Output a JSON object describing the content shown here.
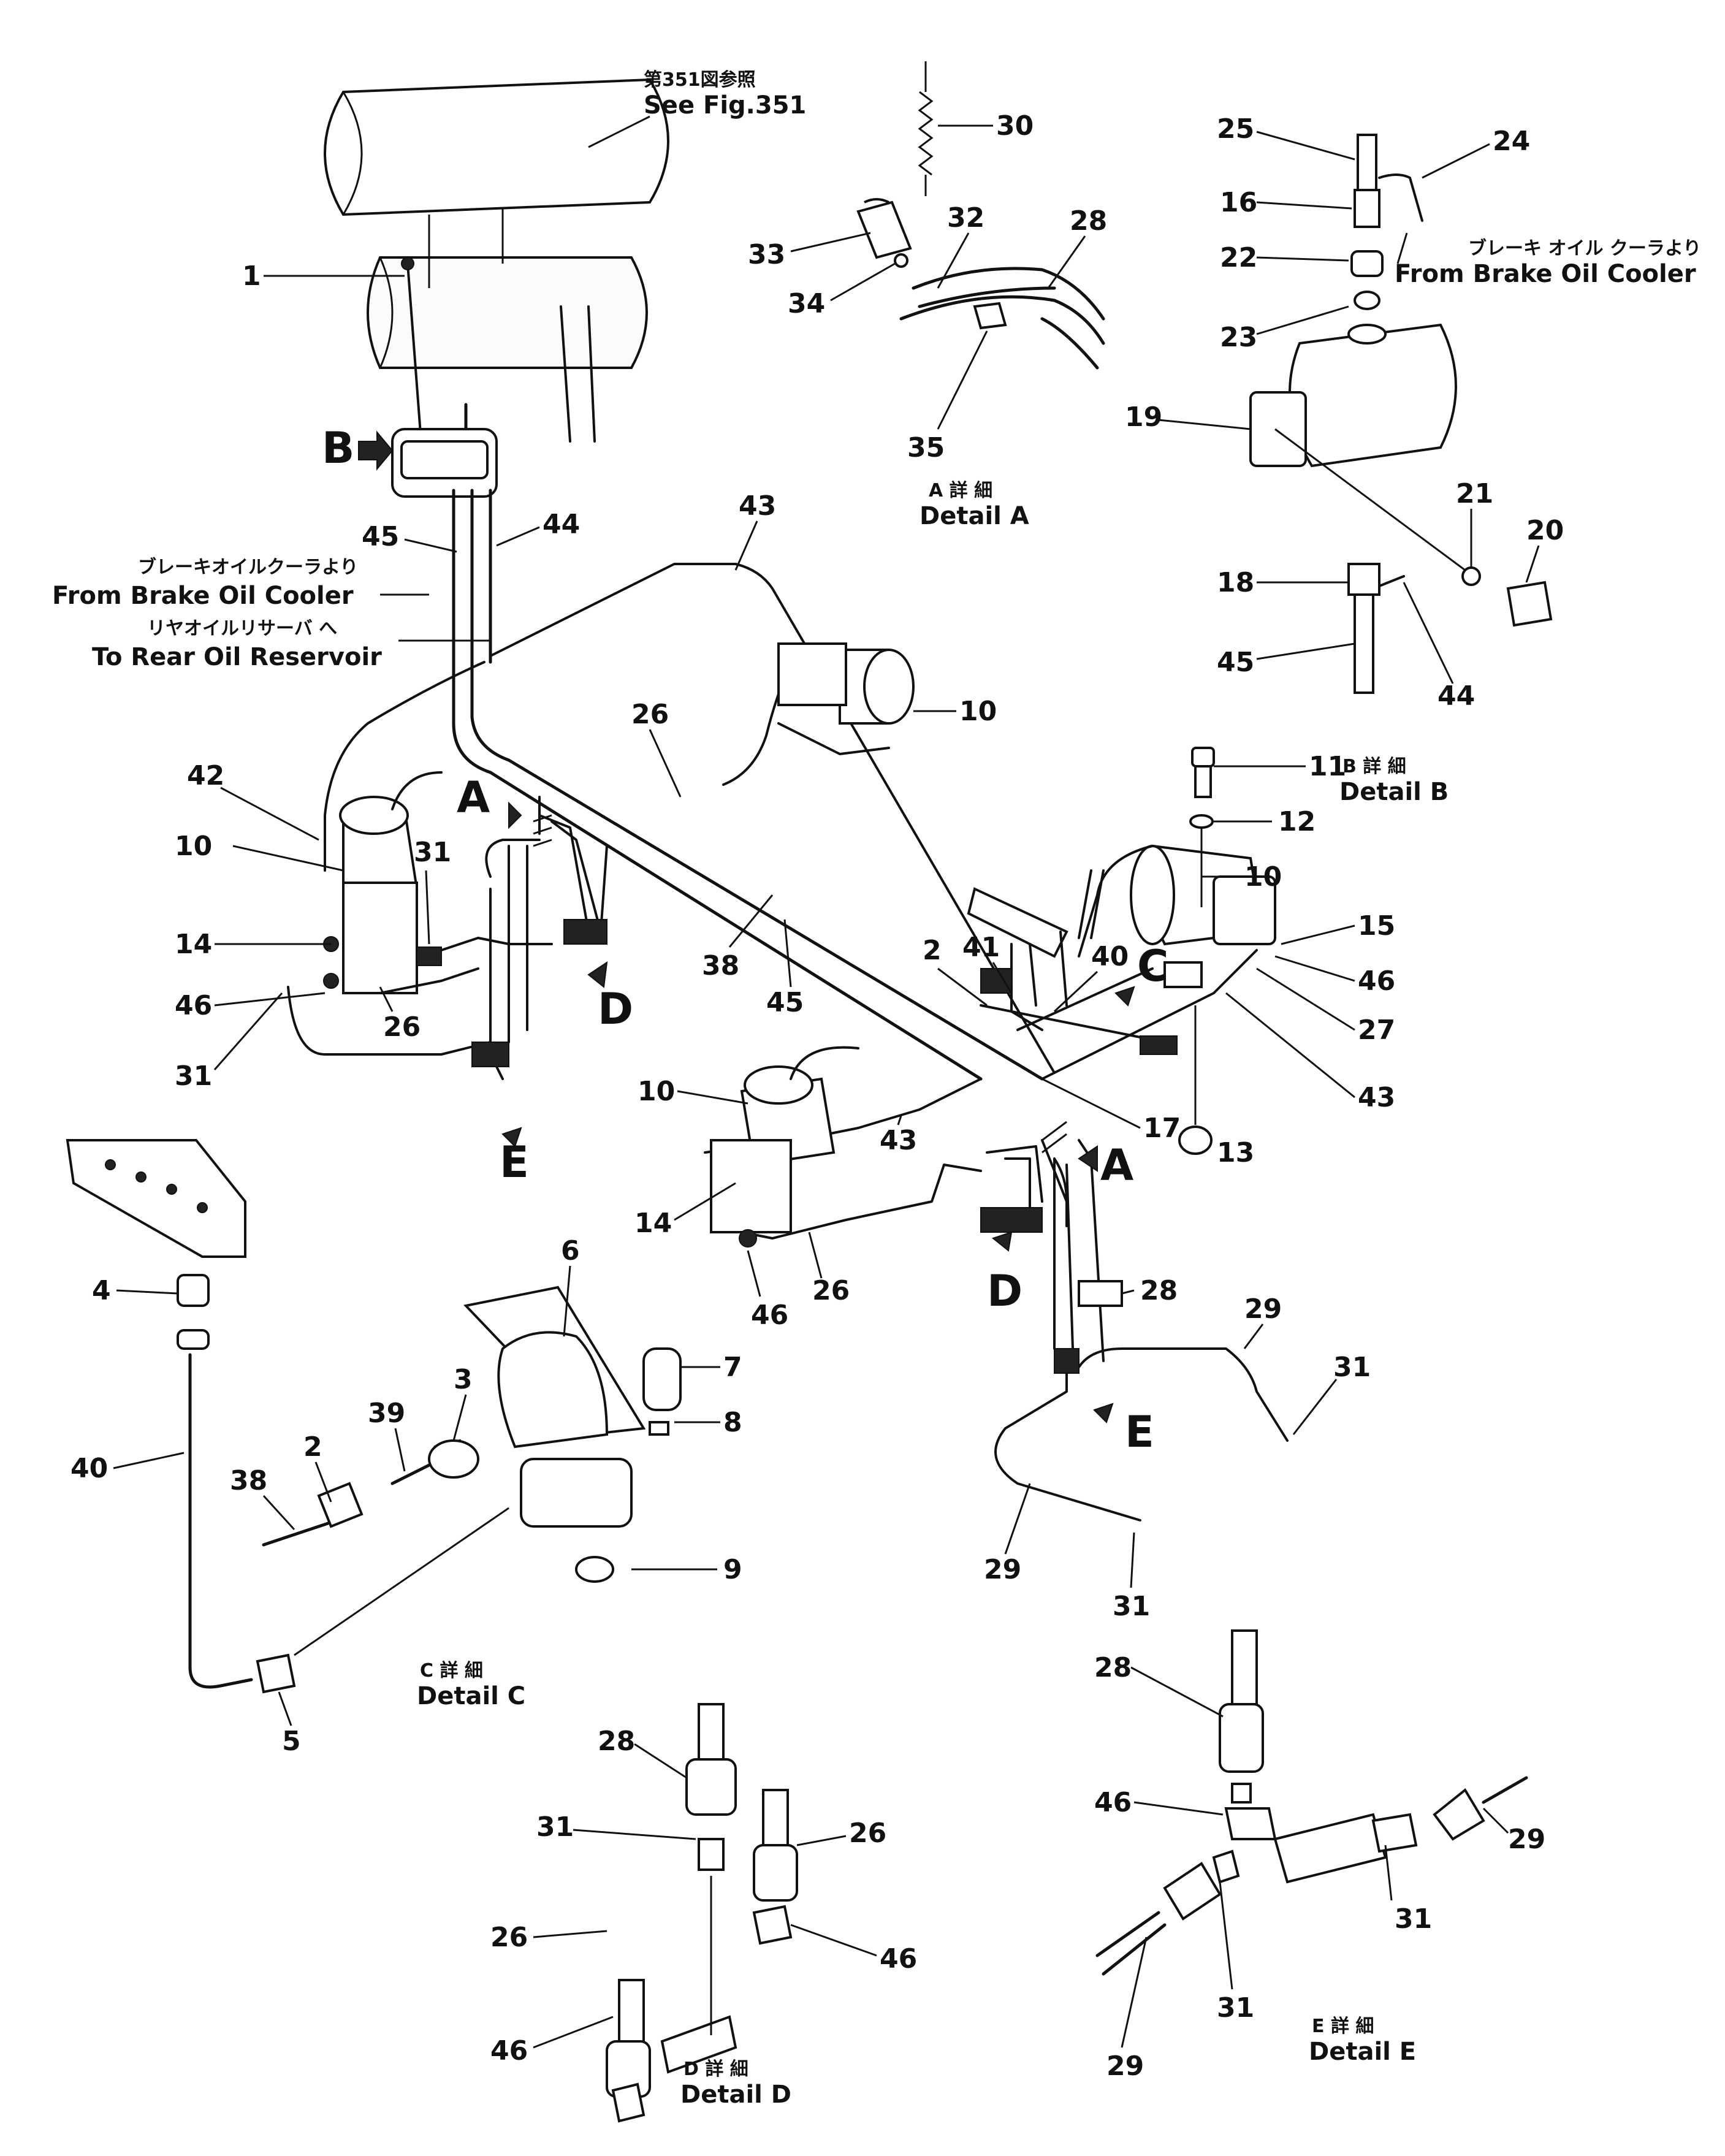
{
  "notes": {
    "see_fig_jp": "第351図参照",
    "see_fig": "See Fig.351",
    "from_cooler_jp_top": "ブレーキ オイル クーラより",
    "from_cooler_top": "From Brake Oil Cooler",
    "from_cooler_jp_left": "ブレーキオイルクーラより",
    "from_cooler_left": "From Brake Oil Cooler",
    "to_reservoir_jp": "リヤオイルリサーバ へ",
    "to_reservoir": "To Rear Oil Reservoir"
  },
  "details": {
    "A": {
      "jp": "A 詳 細",
      "en": "Detail A"
    },
    "B": {
      "jp": "B 詳 細",
      "en": "Detail B"
    },
    "C": {
      "jp": "C 詳 細",
      "en": "Detail C"
    },
    "D": {
      "jp": "D 詳 細",
      "en": "Detail D"
    },
    "E": {
      "jp": "E 詳 細",
      "en": "Detail E"
    }
  },
  "view_markers": [
    "A",
    "A",
    "B",
    "C",
    "D",
    "D",
    "E",
    "E"
  ],
  "callouts": [
    "1",
    "30",
    "33",
    "32",
    "28",
    "34",
    "35",
    "25",
    "24",
    "16",
    "22",
    "23",
    "19",
    "21",
    "20",
    "18",
    "45",
    "44",
    "11",
    "12",
    "10",
    "13",
    "15",
    "46",
    "27",
    "43",
    "17",
    "45",
    "44",
    "43",
    "26",
    "10",
    "42",
    "10",
    "31",
    "14",
    "46",
    "26",
    "31",
    "38",
    "45",
    "2",
    "41",
    "40",
    "10",
    "43",
    "14",
    "46",
    "26",
    "28",
    "29",
    "31",
    "29",
    "31",
    "4",
    "40",
    "6",
    "7",
    "8",
    "3",
    "39",
    "2",
    "38",
    "9",
    "5",
    "28",
    "31",
    "26",
    "26",
    "46",
    "46",
    "28",
    "46",
    "31",
    "29",
    "31",
    "29"
  ]
}
